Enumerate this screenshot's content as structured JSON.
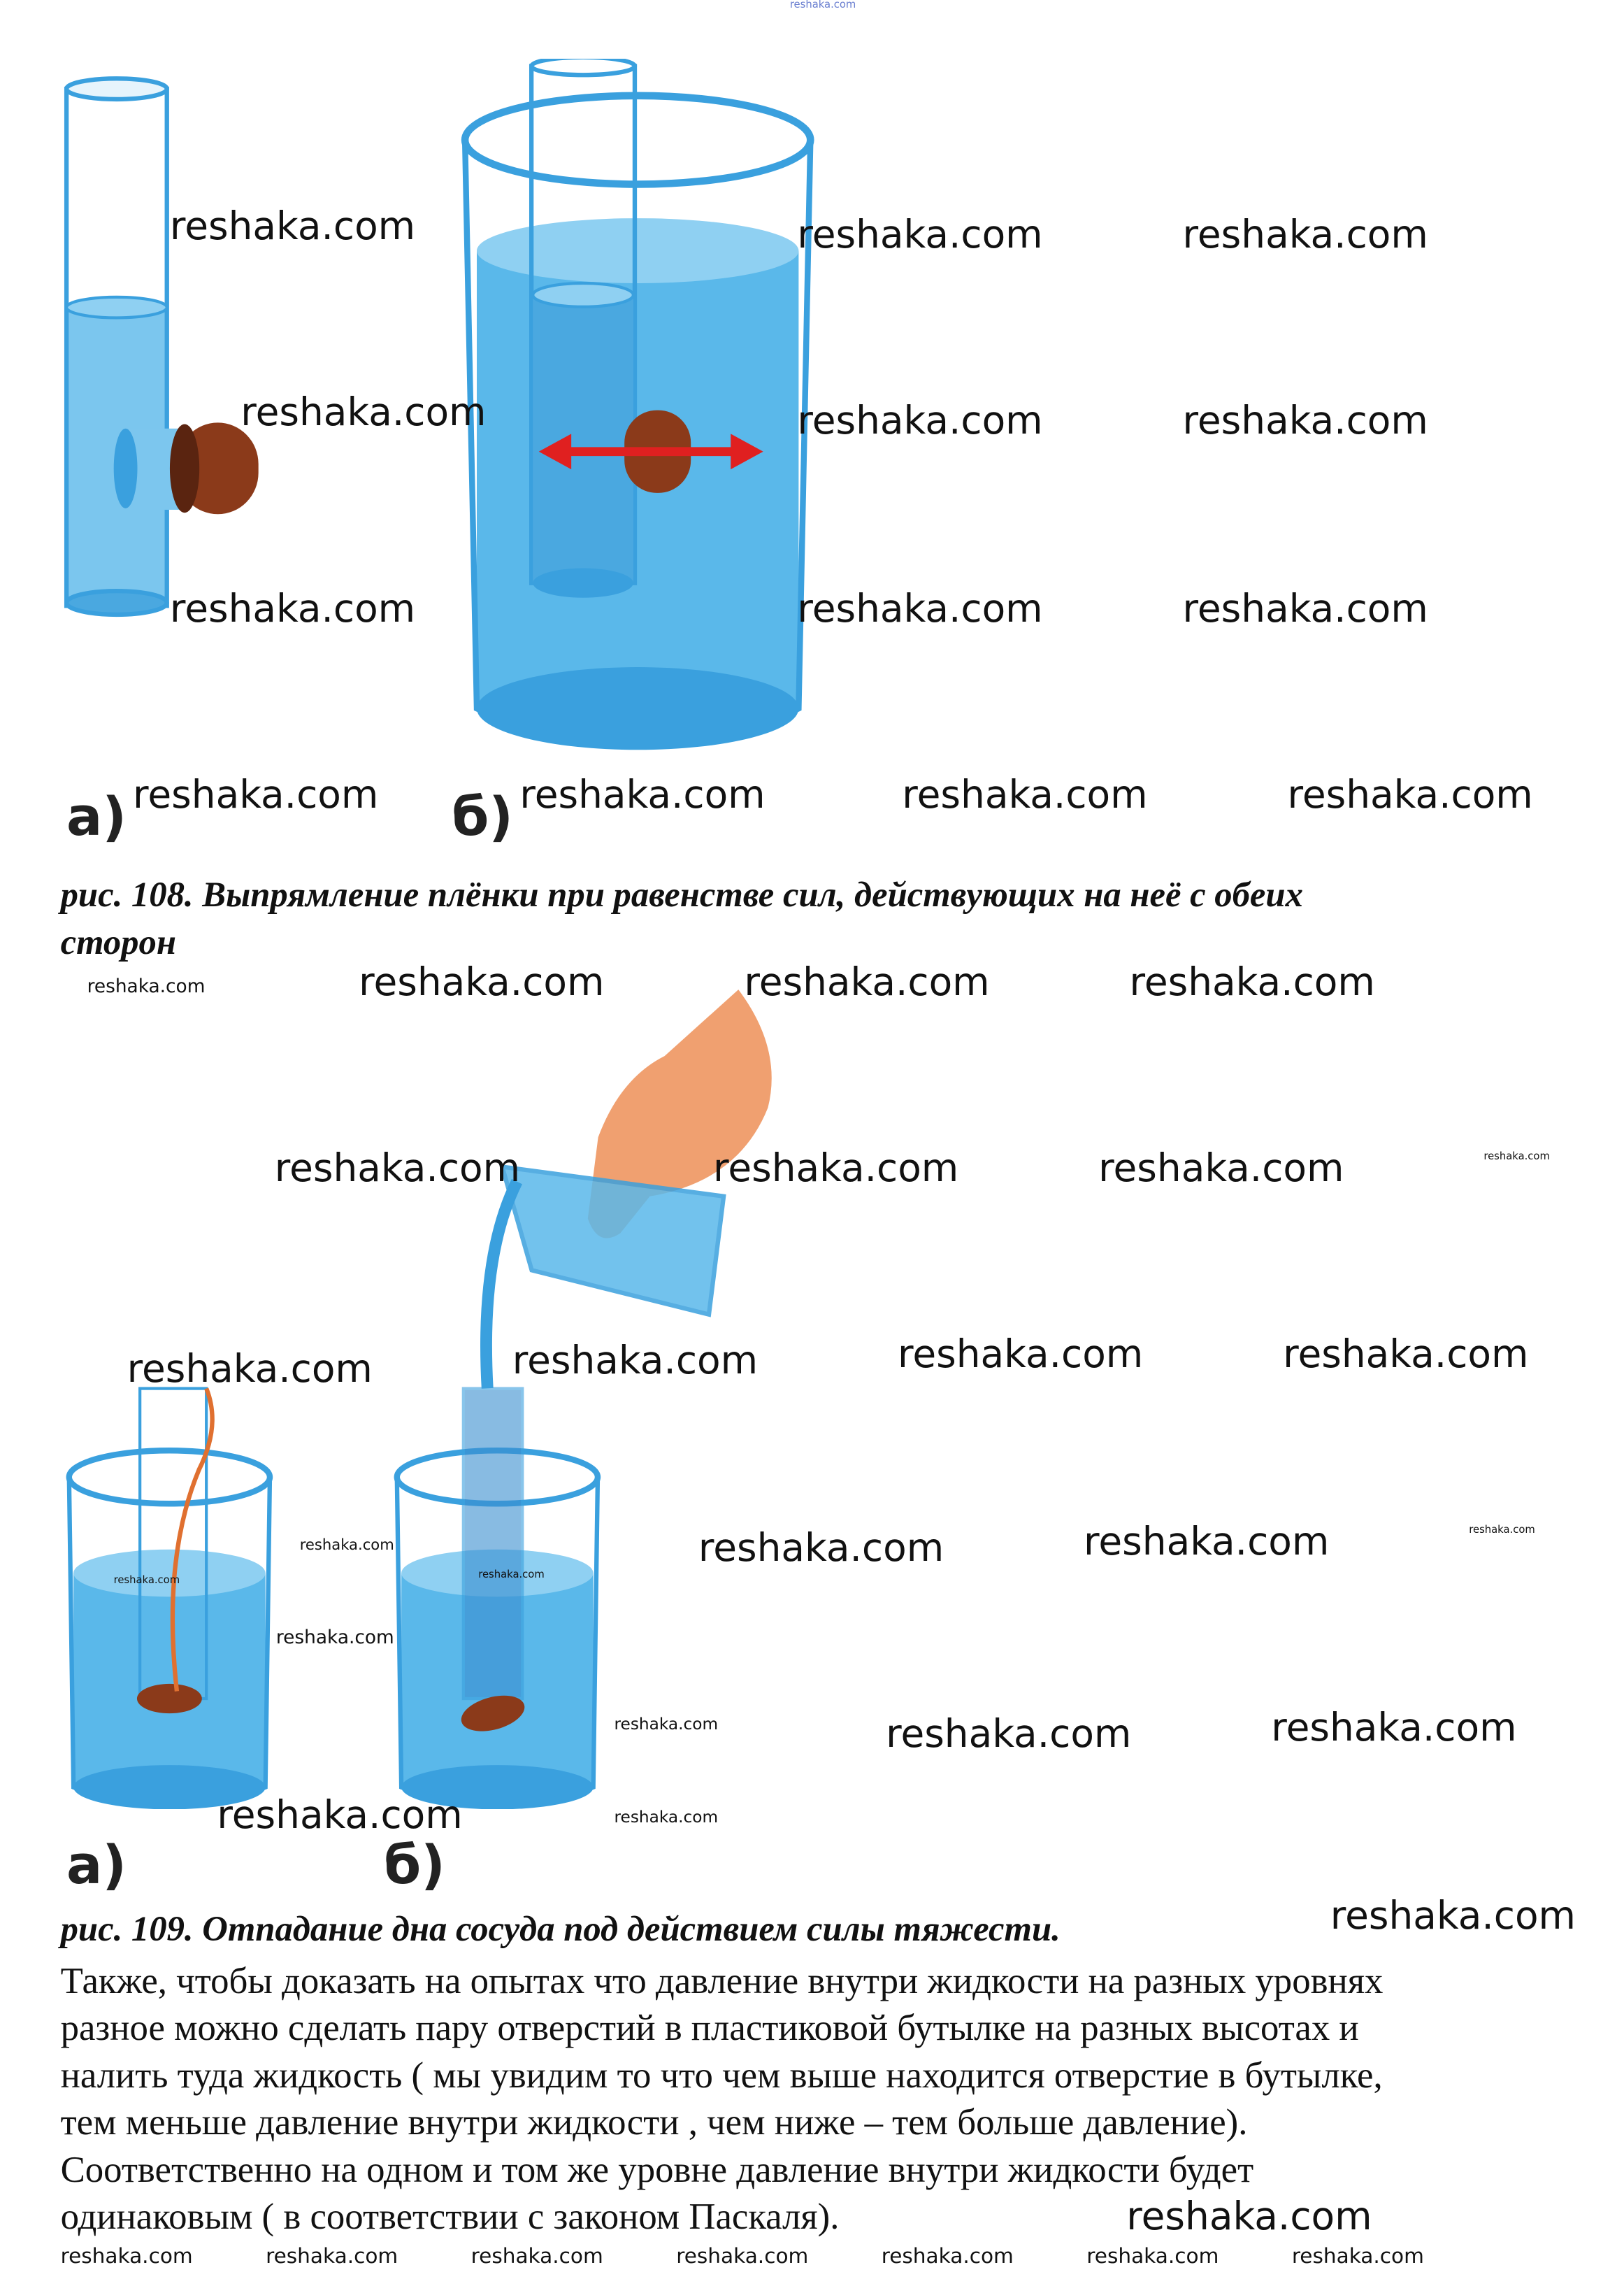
{
  "watermark": "reshaka.com",
  "figure108": {
    "label_a": "а)",
    "label_b": "б)",
    "caption_line1": "рис. 108. Выпрямление плёнки при равенстве сил, действующих на неё с обеих",
    "caption_line2": "сторон"
  },
  "figure109": {
    "label_a": "а)",
    "label_b": "б)",
    "caption": "рис. 109. Отпадание дна сосуда под действием силы тяжести."
  },
  "body_text": [
    "Также, чтобы доказать на опытах что давление внутри жидкости на разных уровнях",
    "разное можно сделать пару отверстий в пластиковой бутылке на разных высотах и",
    "налить туда жидкость ( мы увидим то что чем выше находится отверстие в бутылке,",
    "тем меньше давление внутри жидкости , чем ниже – тем больше давление).",
    "Соответственно на одном и том же уровне давление внутри жидкости будет",
    "одинаковым ( в соответствии с законом Паскаля)."
  ],
  "colors": {
    "water": "#5ab8ea",
    "glass": "#3aa0de",
    "stopper": "#8b3a1a",
    "arrow": "#e02020",
    "hand": "#f0a070"
  }
}
